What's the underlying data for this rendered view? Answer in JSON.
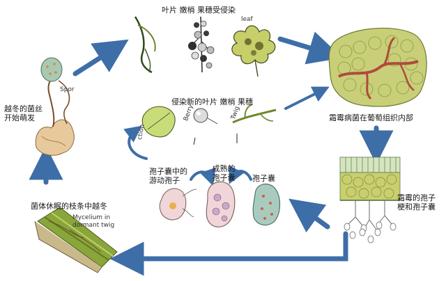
{
  "labels": {
    "overwinter_mycelium_sprouting": "越冬的菌丝\n开始萌发",
    "spor": "Spor",
    "infected_leaf_shoot_fruit": "叶片  嫩梢  果穗受侵染",
    "leaf": "leaf",
    "mildew_inside_grape_tissue": "霜霉病菌在葡萄组织内部",
    "infect_new": "侵染新的叶片  嫩梢  果穗",
    "berry": "Berry",
    "twig": "Twig",
    "ction": "ction",
    "zoospores_in_sporangium": "孢子囊中的\n游动孢子",
    "mature_sporangium": "成熟的\n孢子囊",
    "sporangium": "孢子囊",
    "sporangiophore": "霜霉的孢子\n梗和孢子囊",
    "mycelium_dormant_shoot": "菌体休眠的枝条中越冬",
    "mycelium_in_dormant_twig": "Mycelium in\ndormant twig"
  },
  "colors": {
    "arrow": "#3e6ea8",
    "leaf_green": "#c9dc7a",
    "tissue_green": "#c8cf78",
    "mycelium_red": "#b04a3c",
    "spore_pink": "#f0d6d8",
    "twig_green": "#8aa63a"
  }
}
